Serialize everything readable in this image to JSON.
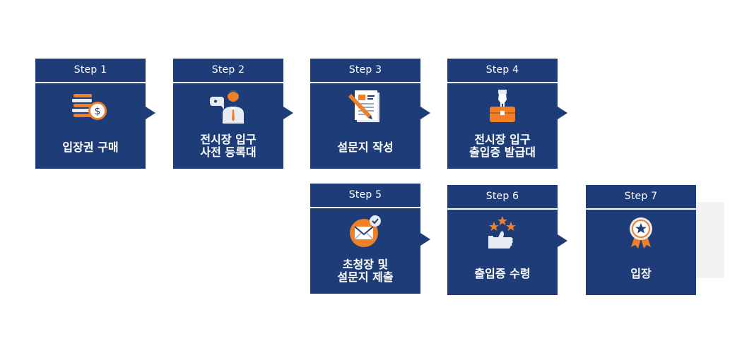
{
  "steps": [
    {
      "step": "Step 1",
      "lines": [
        "입장권 구매"
      ],
      "icon": "coins-icon"
    },
    {
      "step": "Step 2",
      "lines": [
        "전시장 입구",
        "사전 등록대"
      ],
      "icon": "staff-with-speech-icon"
    },
    {
      "step": "Step 3",
      "lines": [
        "설문지 작성"
      ],
      "icon": "document-pen-icon"
    },
    {
      "step": "Step 4",
      "lines": [
        "전시장 입구",
        "출입증 발급대"
      ],
      "icon": "briefcase-icon"
    },
    {
      "step": "Step 5",
      "lines": [
        "초청장 및",
        "설문지 제출"
      ],
      "icon": "envelope-check-icon"
    },
    {
      "step": "Step 6",
      "lines": [
        "출입증 수령"
      ],
      "icon": "thumbs-up-stars-icon"
    },
    {
      "step": "Step 7",
      "lines": [
        "입장"
      ],
      "icon": "medal-icon"
    }
  ],
  "colors": {
    "box": "#1e3d78",
    "accent": "#f07f27",
    "light": "#e6ebf5"
  }
}
